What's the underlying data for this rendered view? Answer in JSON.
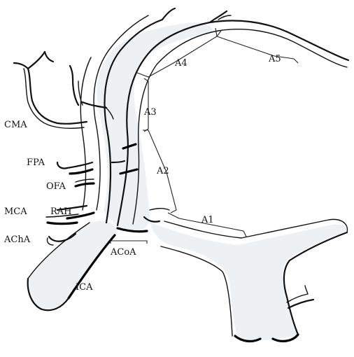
{
  "labels": {
    "cma": "CMA",
    "fpa": "FPA",
    "ofa": "OFA",
    "mca": "MCA",
    "rah": "RAH",
    "acha": "AChA",
    "ica": "ICA",
    "acoa": "ACoA",
    "a1": "A1",
    "a2": "A2",
    "a3": "A3",
    "a4": "A4",
    "a5": "A5"
  }
}
